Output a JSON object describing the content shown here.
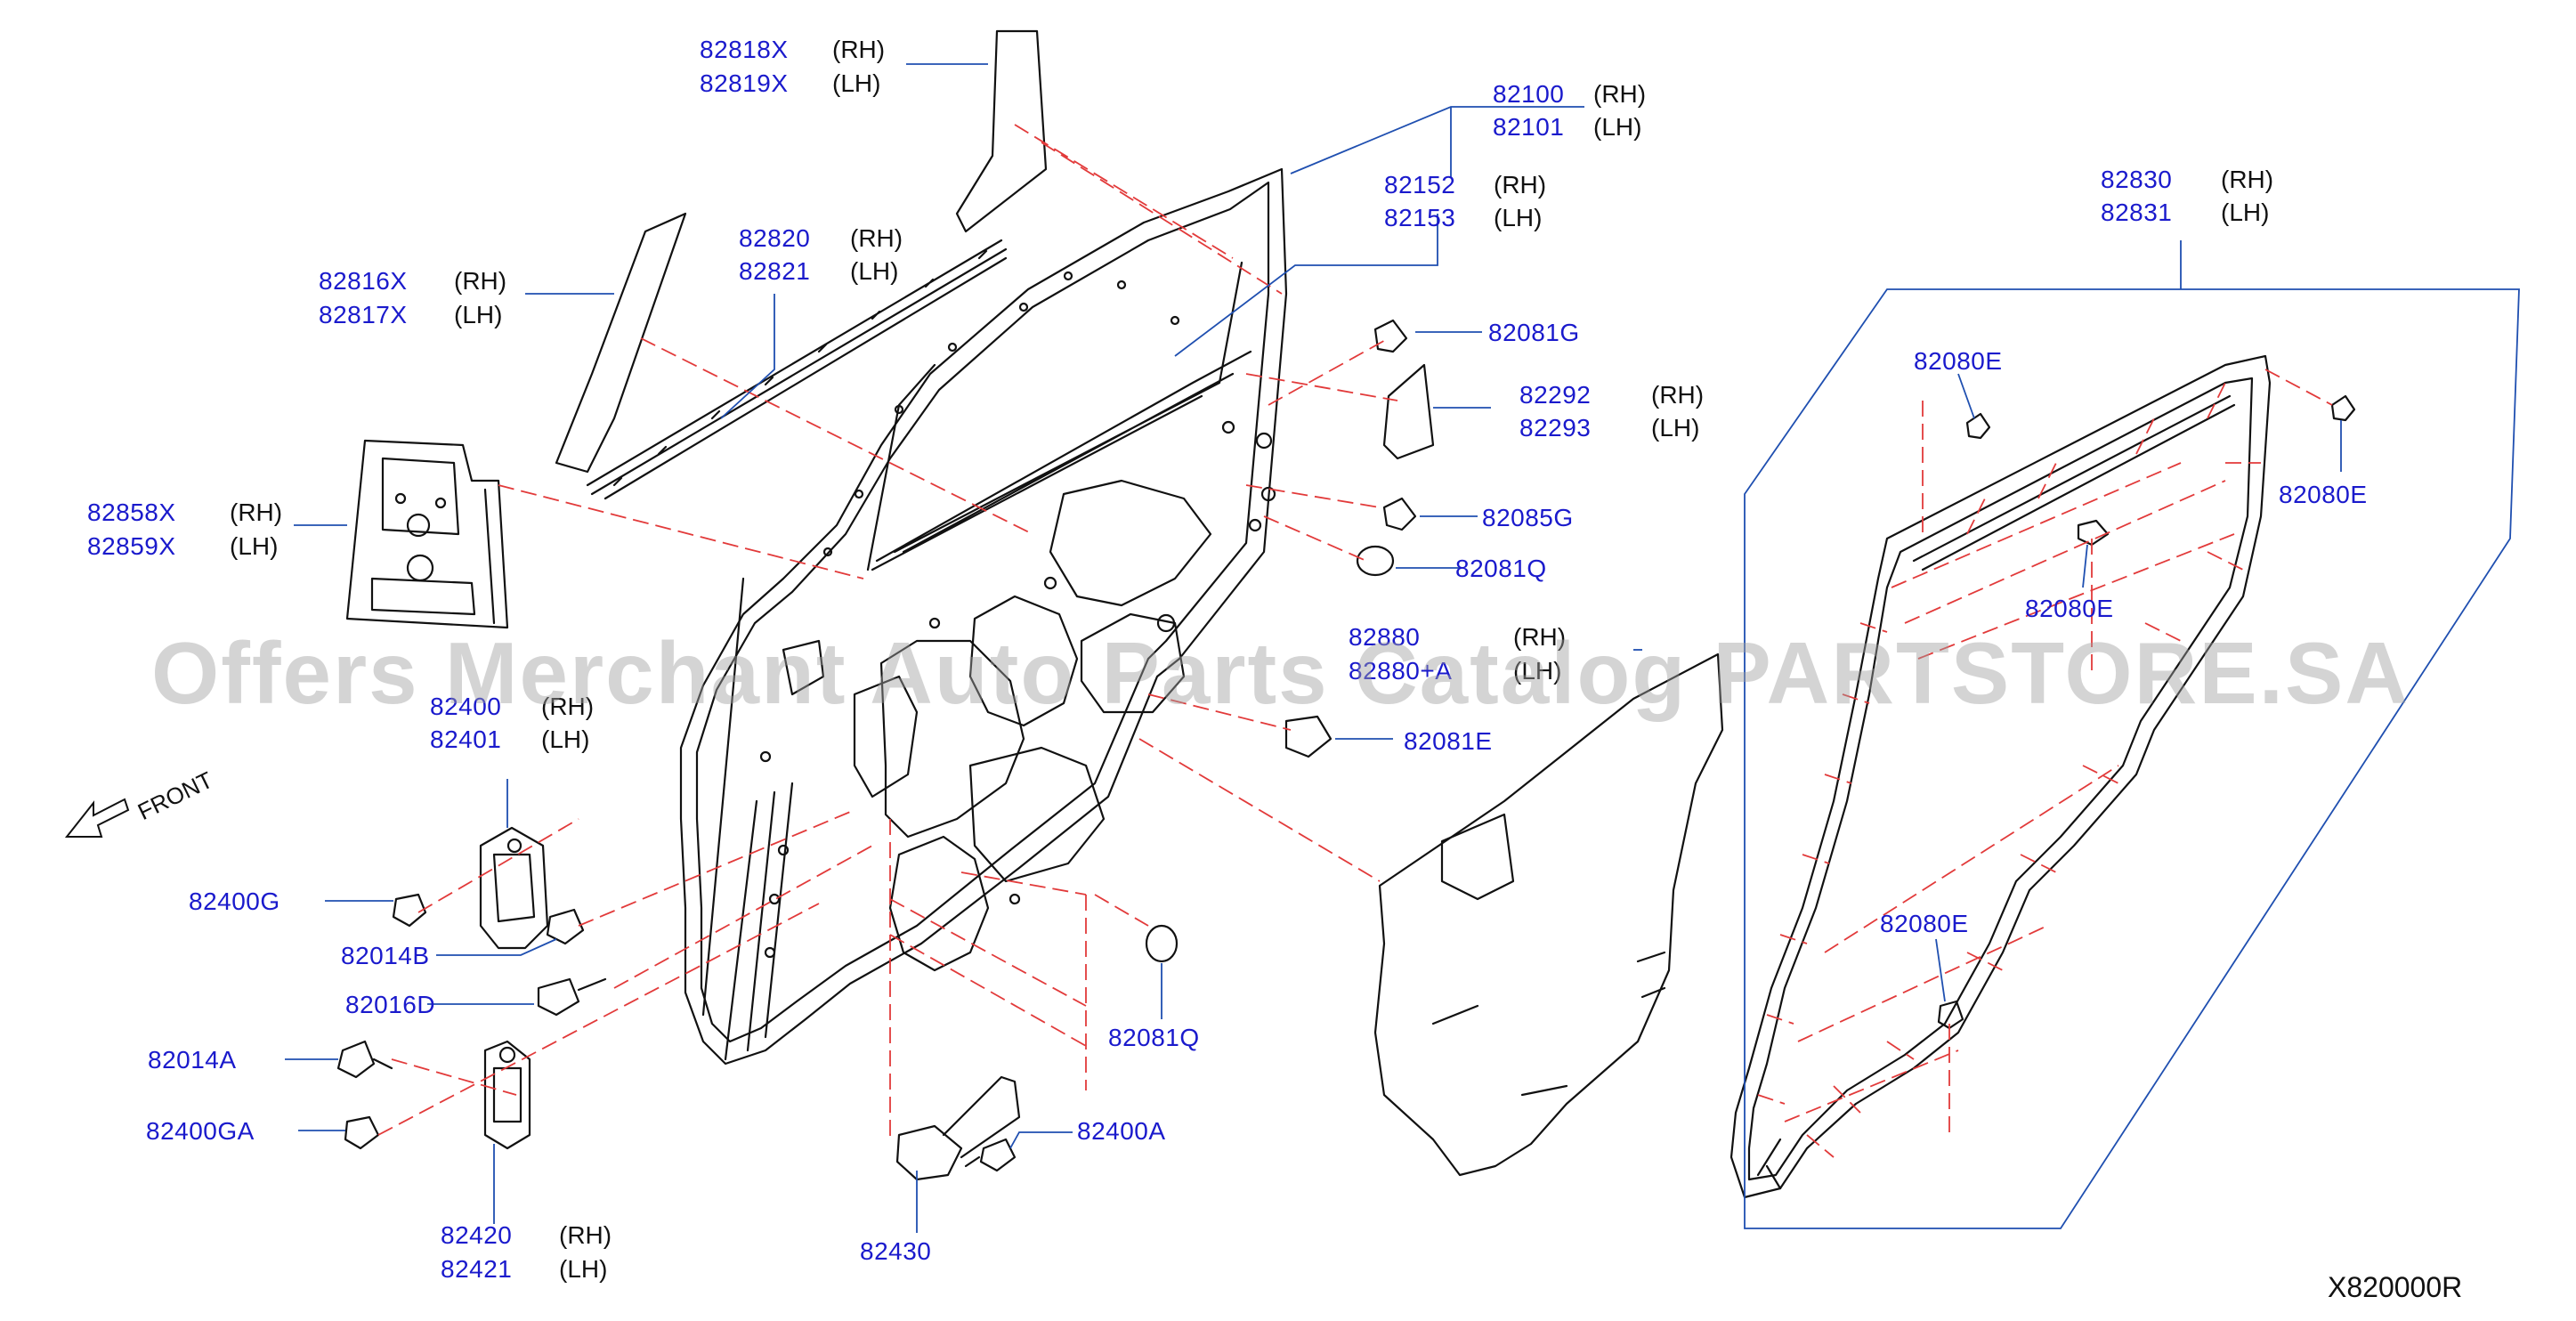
{
  "diagram": {
    "drawing_code": "X820000R",
    "front_label": "FRONT",
    "watermark": "Offers Merchant Auto Parts Catalog PARTSTORE.SA",
    "colors": {
      "part_number": "#1a1acc",
      "leader": "#1f4fb0",
      "dashed": "#e23a3a",
      "outline": "#111111"
    },
    "labels": [
      {
        "id": "p82818x",
        "pn": "82818X",
        "side": "(RH)"
      },
      {
        "id": "p82819x",
        "pn": "82819X",
        "side": "(LH)"
      },
      {
        "id": "p82100",
        "pn": "82100",
        "side": "(RH)"
      },
      {
        "id": "p82101",
        "pn": "82101",
        "side": "(LH)"
      },
      {
        "id": "p82152",
        "pn": "82152",
        "side": "(RH)"
      },
      {
        "id": "p82153",
        "pn": "82153",
        "side": "(LH)"
      },
      {
        "id": "p82820",
        "pn": "82820",
        "side": "(RH)"
      },
      {
        "id": "p82821",
        "pn": "82821",
        "side": "(LH)"
      },
      {
        "id": "p82816x",
        "pn": "82816X",
        "side": "(RH)"
      },
      {
        "id": "p82817x",
        "pn": "82817X",
        "side": "(LH)"
      },
      {
        "id": "p82858x",
        "pn": "82858X",
        "side": "(RH)"
      },
      {
        "id": "p82859x",
        "pn": "82859X",
        "side": "(LH)"
      },
      {
        "id": "p82081g",
        "pn": "82081G",
        "side": ""
      },
      {
        "id": "p82292",
        "pn": "82292",
        "side": "(RH)"
      },
      {
        "id": "p82293",
        "pn": "82293",
        "side": "(LH)"
      },
      {
        "id": "p82085g",
        "pn": "82085G",
        "side": ""
      },
      {
        "id": "p82081q_a",
        "pn": "82081Q",
        "side": ""
      },
      {
        "id": "p82880",
        "pn": "82880",
        "side": "(RH)"
      },
      {
        "id": "p82880a",
        "pn": "82880+A",
        "side": "(LH)"
      },
      {
        "id": "p82081e",
        "pn": "82081E",
        "side": ""
      },
      {
        "id": "p82400",
        "pn": "82400",
        "side": "(RH)"
      },
      {
        "id": "p82401",
        "pn": "82401",
        "side": "(LH)"
      },
      {
        "id": "p82400g",
        "pn": "82400G",
        "side": ""
      },
      {
        "id": "p82014b",
        "pn": "82014B",
        "side": ""
      },
      {
        "id": "p82016d",
        "pn": "82016D",
        "side": ""
      },
      {
        "id": "p82014a",
        "pn": "82014A",
        "side": ""
      },
      {
        "id": "p82400ga",
        "pn": "82400GA",
        "side": ""
      },
      {
        "id": "p82420",
        "pn": "82420",
        "side": "(RH)"
      },
      {
        "id": "p82421",
        "pn": "82421",
        "side": "(LH)"
      },
      {
        "id": "p82430",
        "pn": "82430",
        "side": ""
      },
      {
        "id": "p82400a",
        "pn": "82400A",
        "side": ""
      },
      {
        "id": "p82081q_b",
        "pn": "82081Q",
        "side": ""
      },
      {
        "id": "p82830",
        "pn": "82830",
        "side": "(RH)"
      },
      {
        "id": "p82831",
        "pn": "82831",
        "side": "(LH)"
      },
      {
        "id": "p82080e_a",
        "pn": "82080E",
        "side": ""
      },
      {
        "id": "p82080e_b",
        "pn": "82080E",
        "side": ""
      },
      {
        "id": "p82080e_c",
        "pn": "82080E",
        "side": ""
      },
      {
        "id": "p82080e_d",
        "pn": "82080E",
        "side": ""
      }
    ]
  }
}
